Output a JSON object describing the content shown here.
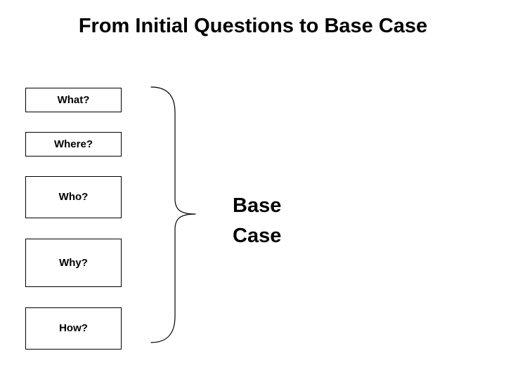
{
  "slide": {
    "title": "From Initial Questions to Base Case",
    "background_color": "#ffffff",
    "text_color": "#000000",
    "border_color": "#000000"
  },
  "questions": {
    "items": [
      {
        "label": "What?"
      },
      {
        "label": "Where?"
      },
      {
        "label": "Who?"
      },
      {
        "label": "Why?"
      },
      {
        "label": "How?"
      }
    ]
  },
  "brace": {
    "name": "right-curly-brace",
    "direction": "right"
  },
  "result": {
    "label": "Base\nCase"
  }
}
